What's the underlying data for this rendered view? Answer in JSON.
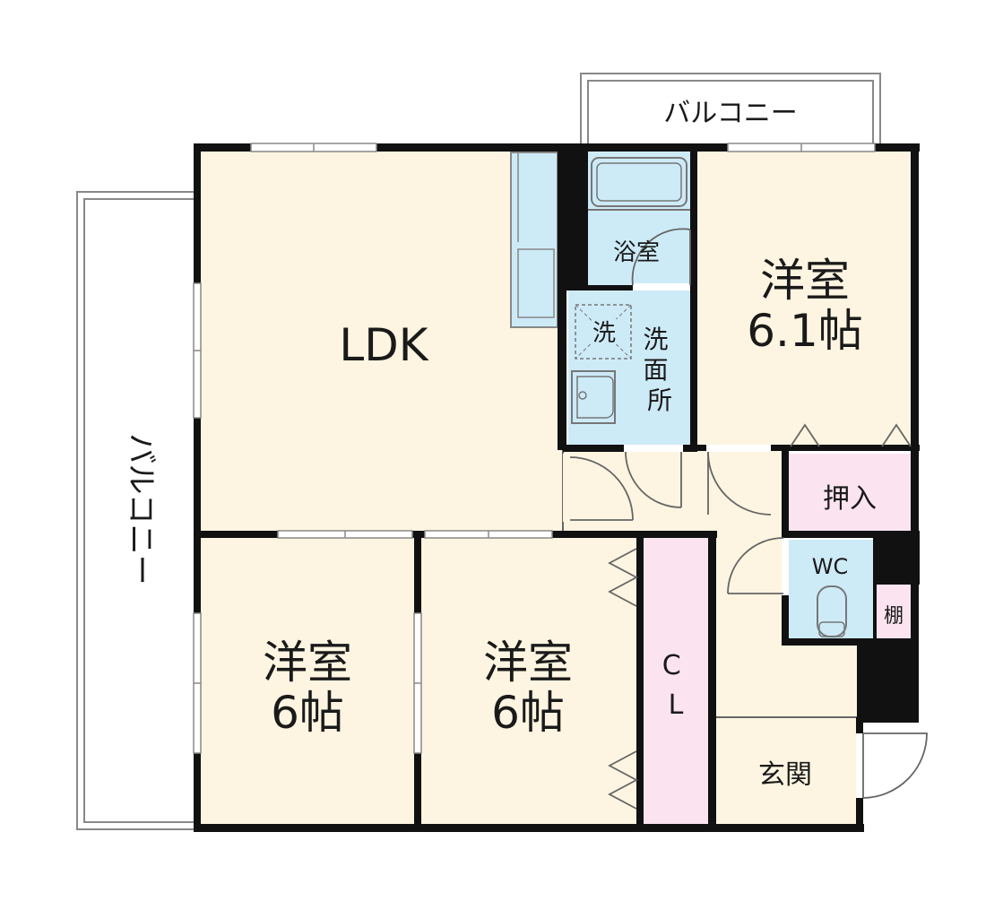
{
  "labels": {
    "ldk": "LDK",
    "bath": "浴室",
    "washer": "洗",
    "washroom": "洗面所",
    "western_ne_name": "洋室",
    "western_ne_size": "6.1帖",
    "oshiire": "押入",
    "wc": "WC",
    "shelf": "棚",
    "western_sw_name": "洋室",
    "western_sw_size": "6帖",
    "western_s_name": "洋室",
    "western_s_size": "6帖",
    "closet": "CL",
    "entrance": "玄関",
    "balcony_top": "バルコニー",
    "balcony_left": "バルコニー"
  },
  "colors": {
    "room_fill": "#fdf5e1",
    "water_fill": "#cdeaf7",
    "storage_fill": "#fbe4ef",
    "wall": "#111111"
  }
}
